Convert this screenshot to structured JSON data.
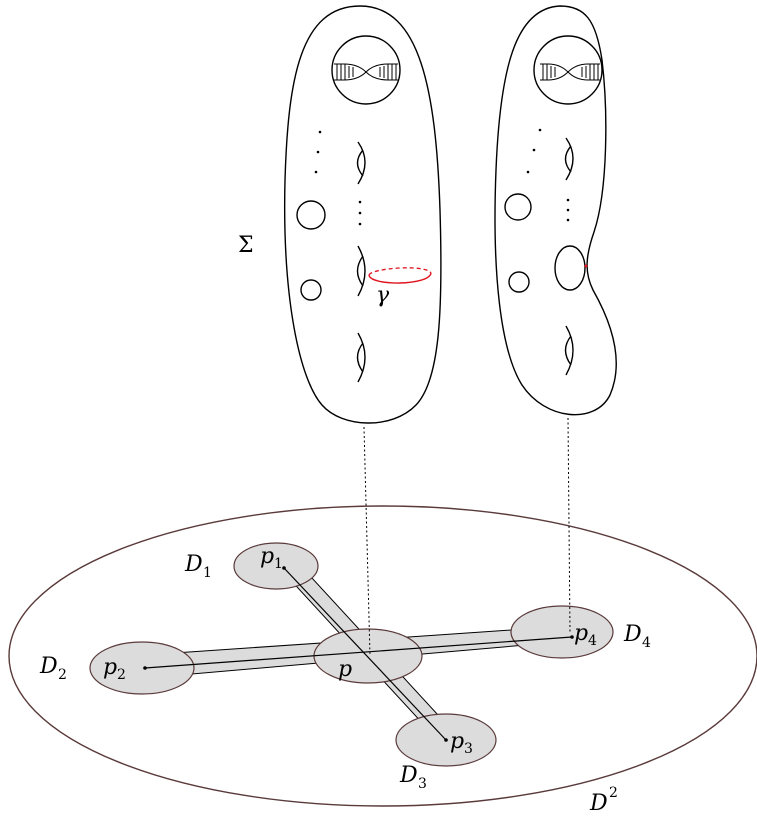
{
  "labels": {
    "sigma": "Σ",
    "gamma": "γ",
    "p": "p",
    "p1": "p",
    "p1_sub": "1",
    "p2": "p",
    "p2_sub": "2",
    "p3": "p",
    "p3_sub": "3",
    "p4": "p",
    "p4_sub": "4",
    "D1": "D",
    "D1_sub": "1",
    "D2": "D",
    "D2_sub": "2",
    "D3": "D",
    "D3_sub": "3",
    "D4": "D",
    "D4_sub": "4",
    "D": "D",
    "D_sup": "2"
  },
  "colors": {
    "outline": "#000000",
    "disk_border": "#5a3a3a",
    "fill_gray": "#dcdcdc",
    "gamma": "#e0141e"
  }
}
